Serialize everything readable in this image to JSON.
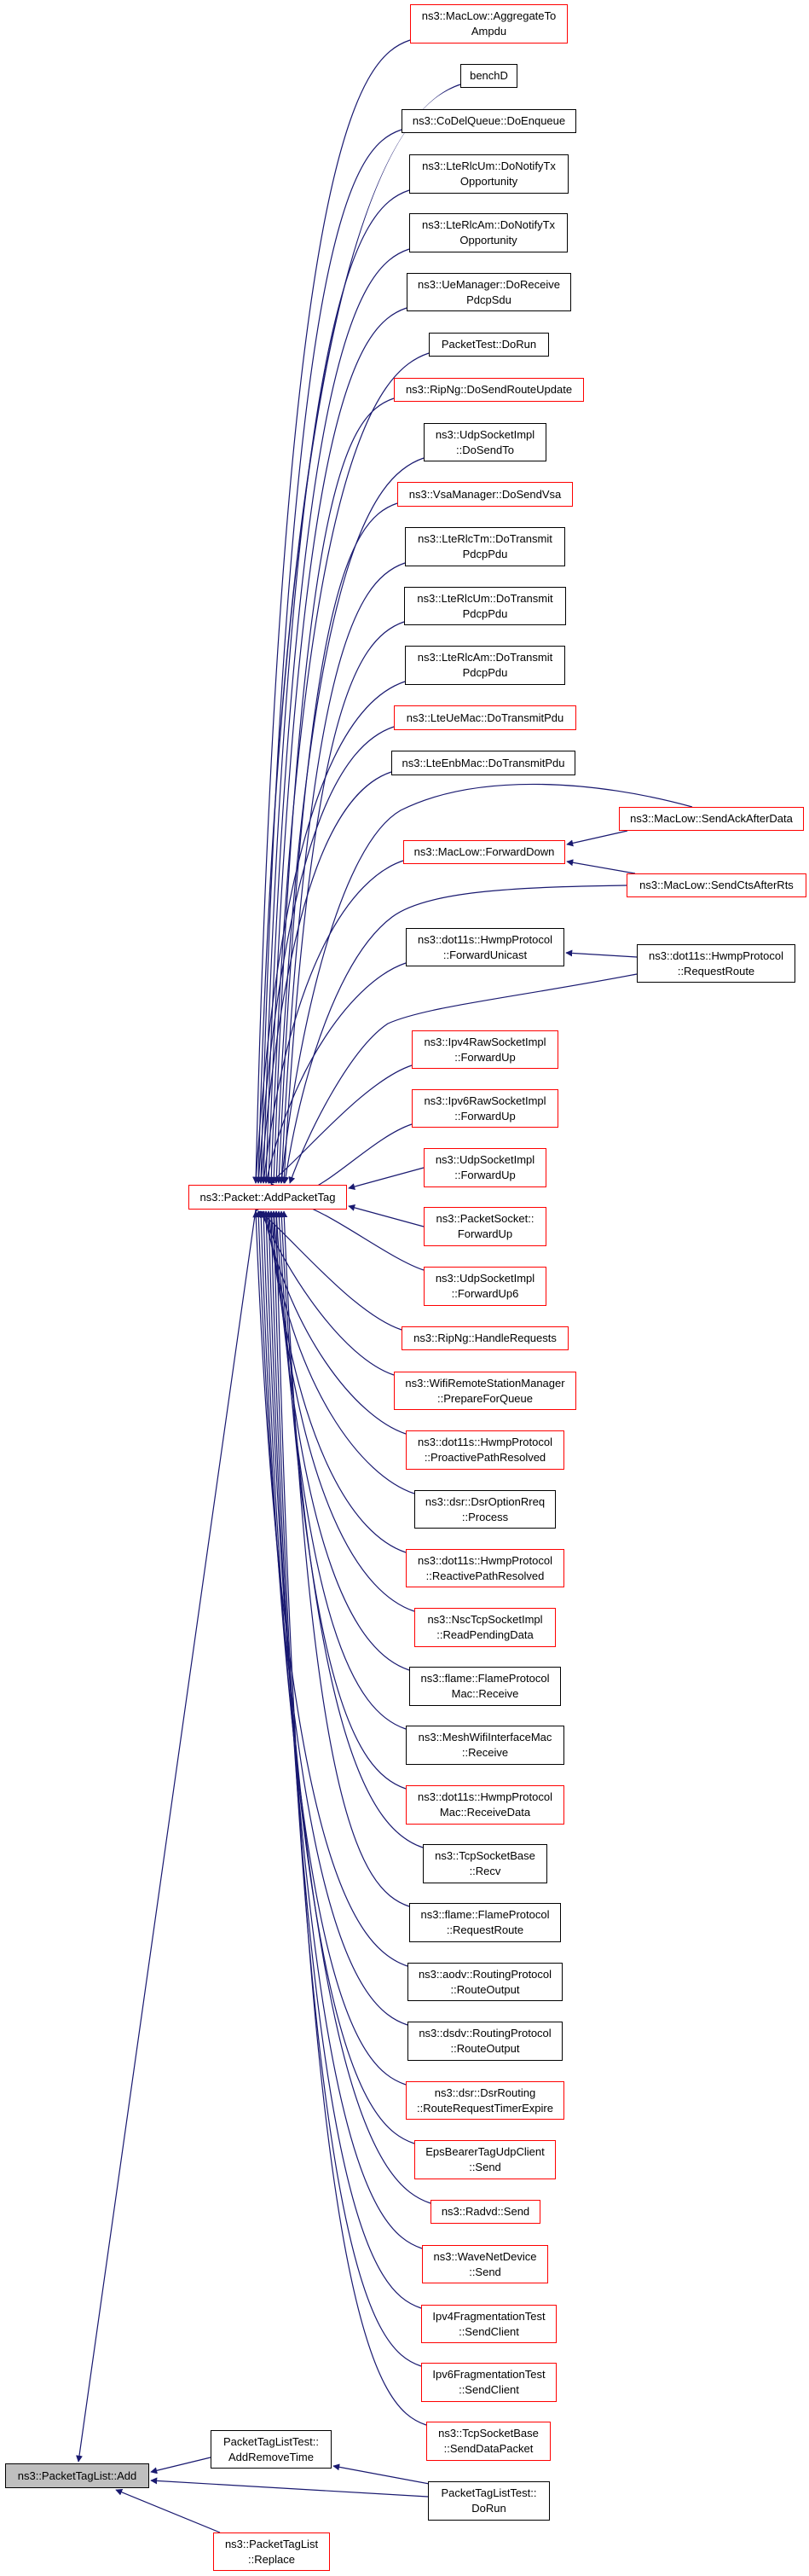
{
  "graph": {
    "edge_color": "#191970",
    "highlight_color": "#ff0000",
    "current_fill": "#bfbfbf",
    "nodes": [
      {
        "id": "agg",
        "label": "ns3::MacLow::AggregateTo\nAmpdu",
        "border": "red"
      },
      {
        "id": "benchD",
        "label": "benchD",
        "border": "black"
      },
      {
        "id": "codel",
        "label": "ns3::CoDelQueue::DoEnqueue",
        "border": "black"
      },
      {
        "id": "rlcumNotify",
        "label": "ns3::LteRlcUm::DoNotifyTx\nOpportunity",
        "border": "black"
      },
      {
        "id": "rlcamNotify",
        "label": "ns3::LteRlcAm::DoNotifyTx\nOpportunity",
        "border": "black"
      },
      {
        "id": "ueMgr",
        "label": "ns3::UeManager::DoReceive\nPdcpSdu",
        "border": "black"
      },
      {
        "id": "packetTestDoRun",
        "label": "PacketTest::DoRun",
        "border": "black"
      },
      {
        "id": "ripngSendRoute",
        "label": "ns3::RipNg::DoSendRouteUpdate",
        "border": "red"
      },
      {
        "id": "udpDoSendTo",
        "label": "ns3::UdpSocketImpl\n::DoSendTo",
        "border": "black"
      },
      {
        "id": "vsa",
        "label": "ns3::VsaManager::DoSendVsa",
        "border": "red"
      },
      {
        "id": "rlctm",
        "label": "ns3::LteRlcTm::DoTransmit\nPdcpPdu",
        "border": "black"
      },
      {
        "id": "rlcumTx",
        "label": "ns3::LteRlcUm::DoTransmit\nPdcpPdu",
        "border": "black"
      },
      {
        "id": "rlcamTx",
        "label": "ns3::LteRlcAm::DoTransmit\nPdcpPdu",
        "border": "black"
      },
      {
        "id": "lteUeMac",
        "label": "ns3::LteUeMac::DoTransmitPdu",
        "border": "red"
      },
      {
        "id": "lteEnbMac",
        "label": "ns3::LteEnbMac::DoTransmitPdu",
        "border": "black"
      },
      {
        "id": "fwdDown",
        "label": "ns3::MacLow::ForwardDown",
        "border": "red"
      },
      {
        "id": "sendAck",
        "label": "ns3::MacLow::SendAckAfterData",
        "border": "red"
      },
      {
        "id": "sendCts",
        "label": "ns3::MacLow::SendCtsAfterRts",
        "border": "red"
      },
      {
        "id": "fwdUnicast",
        "label": "ns3::dot11s::HwmpProtocol\n::ForwardUnicast",
        "border": "black"
      },
      {
        "id": "requestRoute",
        "label": "ns3::dot11s::HwmpProtocol\n::RequestRoute",
        "border": "black"
      },
      {
        "id": "ipv4raw",
        "label": "ns3::Ipv4RawSocketImpl\n::ForwardUp",
        "border": "red"
      },
      {
        "id": "ipv6raw",
        "label": "ns3::Ipv6RawSocketImpl\n::ForwardUp",
        "border": "red"
      },
      {
        "id": "udpFwdUp",
        "label": "ns3::UdpSocketImpl\n::ForwardUp",
        "border": "red"
      },
      {
        "id": "pktSockFwdUp",
        "label": "ns3::PacketSocket::\nForwardUp",
        "border": "red"
      },
      {
        "id": "udpFwdUp6",
        "label": "ns3::UdpSocketImpl\n::ForwardUp6",
        "border": "red"
      },
      {
        "id": "ripHandle",
        "label": "ns3::RipNg::HandleRequests",
        "border": "red"
      },
      {
        "id": "wifiRsm",
        "label": "ns3::WifiRemoteStationManager\n::PrepareForQueue",
        "border": "red"
      },
      {
        "id": "proactive",
        "label": "ns3::dot11s::HwmpProtocol\n::ProactivePathResolved",
        "border": "red"
      },
      {
        "id": "dsrRreq",
        "label": "ns3::dsr::DsrOptionRreq\n::Process",
        "border": "black"
      },
      {
        "id": "reactive",
        "label": "ns3::dot11s::HwmpProtocol\n::ReactivePathResolved",
        "border": "red"
      },
      {
        "id": "nscTcp",
        "label": "ns3::NscTcpSocketImpl\n::ReadPendingData",
        "border": "red"
      },
      {
        "id": "flameMacRecv",
        "label": "ns3::flame::FlameProtocol\nMac::Receive",
        "border": "black"
      },
      {
        "id": "meshWifi",
        "label": "ns3::MeshWifiInterfaceMac\n::Receive",
        "border": "black"
      },
      {
        "id": "hwmpMacRecvData",
        "label": "ns3::dot11s::HwmpProtocol\nMac::ReceiveData",
        "border": "red"
      },
      {
        "id": "tcpRecv",
        "label": "ns3::TcpSocketBase\n::Recv",
        "border": "black"
      },
      {
        "id": "flameReqRoute",
        "label": "ns3::flame::FlameProtocol\n::RequestRoute",
        "border": "black"
      },
      {
        "id": "aodv",
        "label": "ns3::aodv::RoutingProtocol\n::RouteOutput",
        "border": "black"
      },
      {
        "id": "dsdv",
        "label": "ns3::dsdv::RoutingProtocol\n::RouteOutput",
        "border": "black"
      },
      {
        "id": "dsrTimer",
        "label": "ns3::dsr::DsrRouting\n::RouteRequestTimerExpire",
        "border": "red"
      },
      {
        "id": "epsSend",
        "label": "EpsBearerTagUdpClient\n::Send",
        "border": "red"
      },
      {
        "id": "radvd",
        "label": "ns3::Radvd::Send",
        "border": "red"
      },
      {
        "id": "waveSend",
        "label": "ns3::WaveNetDevice\n::Send",
        "border": "red"
      },
      {
        "id": "ipv4frag",
        "label": "Ipv4FragmentationTest\n::SendClient",
        "border": "red"
      },
      {
        "id": "ipv6frag",
        "label": "Ipv6FragmentationTest\n::SendClient",
        "border": "red"
      },
      {
        "id": "tcpSendData",
        "label": "ns3::TcpSocketBase\n::SendDataPacket",
        "border": "red"
      },
      {
        "id": "addPacketTag",
        "label": "ns3::Packet::AddPacketTag",
        "border": "red"
      },
      {
        "id": "add",
        "label": "ns3::PacketTagList::Add",
        "border": "current"
      },
      {
        "id": "addRemoveTime",
        "label": "PacketTagListTest::\nAddRemoveTime",
        "border": "black"
      },
      {
        "id": "tagListDoRun",
        "label": "PacketTagListTest::\nDoRun",
        "border": "black"
      },
      {
        "id": "replace",
        "label": "ns3::PacketTagList\n::Replace",
        "border": "red"
      }
    ],
    "edges": [
      [
        "agg",
        "addPacketTag"
      ],
      [
        "benchD",
        "addPacketTag"
      ],
      [
        "codel",
        "addPacketTag"
      ],
      [
        "rlcumNotify",
        "addPacketTag"
      ],
      [
        "rlcamNotify",
        "addPacketTag"
      ],
      [
        "ueMgr",
        "addPacketTag"
      ],
      [
        "packetTestDoRun",
        "addPacketTag"
      ],
      [
        "ripngSendRoute",
        "addPacketTag"
      ],
      [
        "udpDoSendTo",
        "addPacketTag"
      ],
      [
        "vsa",
        "addPacketTag"
      ],
      [
        "rlctm",
        "addPacketTag"
      ],
      [
        "rlcumTx",
        "addPacketTag"
      ],
      [
        "rlcamTx",
        "addPacketTag"
      ],
      [
        "lteUeMac",
        "addPacketTag"
      ],
      [
        "lteEnbMac",
        "addPacketTag"
      ],
      [
        "fwdDown",
        "addPacketTag"
      ],
      [
        "sendAck",
        "fwdDown"
      ],
      [
        "sendAck",
        "addPacketTag"
      ],
      [
        "sendCts",
        "fwdDown"
      ],
      [
        "sendCts",
        "addPacketTag"
      ],
      [
        "fwdUnicast",
        "addPacketTag"
      ],
      [
        "requestRoute",
        "fwdUnicast"
      ],
      [
        "requestRoute",
        "addPacketTag"
      ],
      [
        "ipv4raw",
        "addPacketTag"
      ],
      [
        "ipv6raw",
        "addPacketTag"
      ],
      [
        "udpFwdUp",
        "addPacketTag"
      ],
      [
        "pktSockFwdUp",
        "addPacketTag"
      ],
      [
        "udpFwdUp6",
        "addPacketTag"
      ],
      [
        "ripHandle",
        "addPacketTag"
      ],
      [
        "wifiRsm",
        "addPacketTag"
      ],
      [
        "proactive",
        "addPacketTag"
      ],
      [
        "dsrRreq",
        "addPacketTag"
      ],
      [
        "reactive",
        "addPacketTag"
      ],
      [
        "nscTcp",
        "addPacketTag"
      ],
      [
        "flameMacRecv",
        "addPacketTag"
      ],
      [
        "meshWifi",
        "addPacketTag"
      ],
      [
        "hwmpMacRecvData",
        "addPacketTag"
      ],
      [
        "tcpRecv",
        "addPacketTag"
      ],
      [
        "flameReqRoute",
        "addPacketTag"
      ],
      [
        "aodv",
        "addPacketTag"
      ],
      [
        "dsdv",
        "addPacketTag"
      ],
      [
        "dsrTimer",
        "addPacketTag"
      ],
      [
        "epsSend",
        "addPacketTag"
      ],
      [
        "radvd",
        "addPacketTag"
      ],
      [
        "waveSend",
        "addPacketTag"
      ],
      [
        "ipv4frag",
        "addPacketTag"
      ],
      [
        "ipv6frag",
        "addPacketTag"
      ],
      [
        "tcpSendData",
        "addPacketTag"
      ],
      [
        "addPacketTag",
        "add"
      ],
      [
        "addRemoveTime",
        "add"
      ],
      [
        "tagListDoRun",
        "addRemoveTime"
      ],
      [
        "tagListDoRun",
        "add"
      ],
      [
        "replace",
        "add"
      ]
    ]
  }
}
